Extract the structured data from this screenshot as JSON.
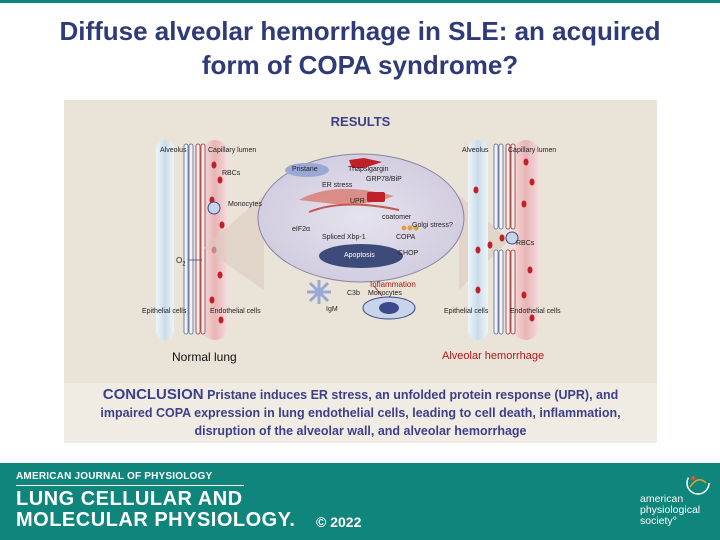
{
  "title": "Diffuse alveolar hemorrhage in SLE: an acquired form of COPA syndrome?",
  "results_heading": "RESULTS",
  "left_labels": {
    "alveolus": "Alveolus",
    "capillary_lumen": "Capillary lumen",
    "rbcs": "RBCs",
    "monocytes": "Monocytes",
    "o2": "O",
    "o2_sub": "2",
    "epithelial": "Epithelial cells",
    "endothelial": "Endothelial cells",
    "caption": "Normal lung"
  },
  "right_labels": {
    "alveolus": "Alveolus",
    "capillary_lumen": "Capillary lumen",
    "rbcs": "RBCs",
    "epithelial": "Epithelial cells",
    "endothelial": "Endothelial cells",
    "caption": "Alveolar hemorrhage"
  },
  "cell_labels": {
    "pristane": "Pristane",
    "thapsigargin": "Thapsigargin",
    "grp78": "GRP78/BiP",
    "er_stress": "ER stress",
    "upr": "UPR",
    "coatomer": "coatomer",
    "golgi": "Golgi stress?",
    "eif2a": "eIF2α",
    "xbp1": "Spliced Xbp-1",
    "copa": "COPA",
    "chop": "CHOP",
    "apoptosis": "Apoptosis",
    "inflammation": "Inflammation",
    "c3b": "C3b",
    "monocytes": "Monocytes",
    "igm": "IgM"
  },
  "conclusion": {
    "label": "CONCLUSION",
    "text": "Pristane induces ER stress, an unfolded protein response (UPR), and impaired COPA expression in lung endothelial cells, leading to cell death, inflammation, disruption of the alveolar wall, and alveolar hemorrhage"
  },
  "footer": {
    "journal_top": "AMERICAN JOURNAL OF PHYSIOLOGY",
    "journal_line1": "LUNG CELLULAR AND",
    "journal_line2": "MOLECULAR PHYSIOLOGY.",
    "copyright": "© 2022",
    "society_line1": "american",
    "society_line2": "physiological",
    "society_line3": "society",
    "society_mark": "°"
  },
  "colors": {
    "teal": "#10857c",
    "title_navy": "#2f3a78",
    "rbc_red": "#c0202a",
    "hemorrhage_red": "#b0171c"
  }
}
